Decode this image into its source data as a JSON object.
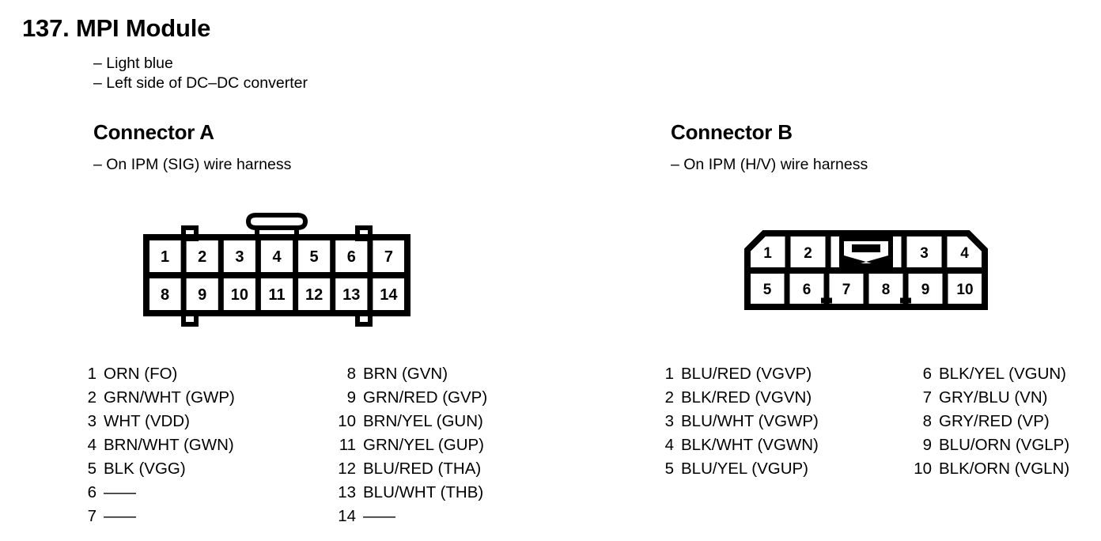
{
  "page": {
    "title": "137. MPI Module",
    "notes": [
      "– Light blue",
      "– Left side of DC–DC converter"
    ]
  },
  "connectors": [
    {
      "id": "a",
      "title": "Connector A",
      "note": "– On IPM (SIG) wire harness",
      "diagram": {
        "type": "rectangular-14-pin",
        "rows": [
          [
            "1",
            "2",
            "3",
            "4",
            "5",
            "6",
            "7"
          ],
          [
            "8",
            "9",
            "10",
            "11",
            "12",
            "13",
            "14"
          ]
        ],
        "features": [
          "top-latch-tab",
          "top-square-tabs",
          "bottom-square-tabs"
        ]
      },
      "pins_left": [
        {
          "num": "1",
          "desc": "ORN (FO)"
        },
        {
          "num": "2",
          "desc": "GRN/WHT (GWP)"
        },
        {
          "num": "3",
          "desc": "WHT (VDD)"
        },
        {
          "num": "4",
          "desc": "BRN/WHT (GWN)"
        },
        {
          "num": "5",
          "desc": "BLK (VGG)"
        },
        {
          "num": "6",
          "desc": "——"
        },
        {
          "num": "7",
          "desc": "——"
        }
      ],
      "pins_right": [
        {
          "num": "8",
          "desc": "BRN (GVN)"
        },
        {
          "num": "9",
          "desc": "GRN/RED (GVP)"
        },
        {
          "num": "10",
          "desc": "BRN/YEL (GUN)"
        },
        {
          "num": "11",
          "desc": "GRN/YEL (GUP)"
        },
        {
          "num": "12",
          "desc": "BLU/RED (THA)"
        },
        {
          "num": "13",
          "desc": "BLU/WHT (THB)"
        },
        {
          "num": "14",
          "desc": "——"
        }
      ]
    },
    {
      "id": "b",
      "title": "Connector B",
      "note": "– On IPM (H/V) wire harness",
      "diagram": {
        "type": "chamfered-10-pin",
        "rows": [
          [
            "1",
            "2",
            "",
            "3",
            "4"
          ],
          [
            "5",
            "6",
            "7",
            "8",
            "9",
            "10"
          ]
        ],
        "features": [
          "chamfered-top-corners",
          "center-latch-x",
          "bottom-notches"
        ]
      },
      "pins_left": [
        {
          "num": "1",
          "desc": "BLU/RED (VGVP)"
        },
        {
          "num": "2",
          "desc": "BLK/RED (VGVN)"
        },
        {
          "num": "3",
          "desc": "BLU/WHT (VGWP)"
        },
        {
          "num": "4",
          "desc": "BLK/WHT (VGWN)"
        },
        {
          "num": "5",
          "desc": "BLU/YEL (VGUP)"
        }
      ],
      "pins_right": [
        {
          "num": "6",
          "desc": "BLK/YEL (VGUN)"
        },
        {
          "num": "7",
          "desc": "GRY/BLU (VN)"
        },
        {
          "num": "8",
          "desc": "GRY/RED (VP)"
        },
        {
          "num": "9",
          "desc": "BLU/ORN (VGLP)"
        },
        {
          "num": "10",
          "desc": "BLK/ORN (VGLN)"
        }
      ]
    }
  ],
  "colors": {
    "ink": "#000000",
    "paper": "#ffffff"
  }
}
